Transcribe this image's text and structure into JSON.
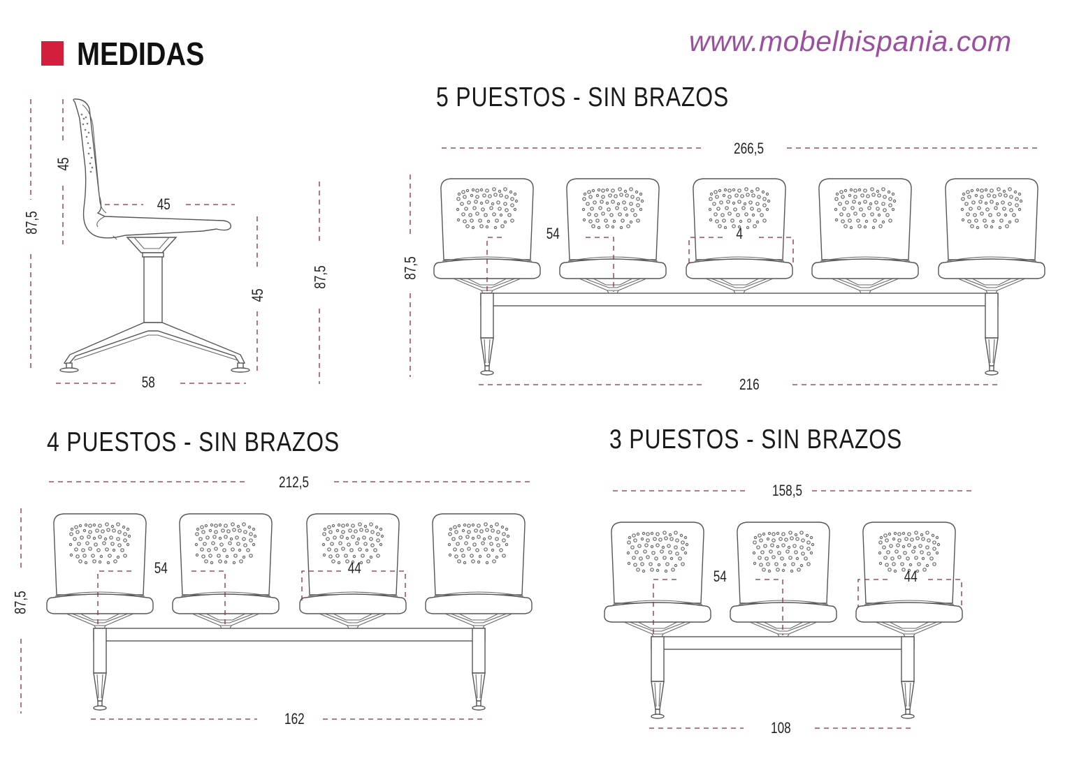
{
  "header": {
    "title": "MEDIDAS",
    "website": "www.mobelhispania.com",
    "accent_color": "#d41f3c",
    "website_color": "#9b4fa0"
  },
  "side_view": {
    "total_height": "87,5",
    "backrest_height": "45",
    "seat_depth": "45",
    "seat_height": "45",
    "base_depth": "58"
  },
  "standalone_height": {
    "label": "87,5"
  },
  "five_seats": {
    "title": "5 PUESTOS - SIN BRAZOS",
    "total_width": "266,5",
    "height": "87,5",
    "seat_pitch": "54",
    "seat_width": "4",
    "beam_width": "216"
  },
  "four_seats": {
    "title": "4 PUESTOS - SIN BRAZOS",
    "total_width": "212,5",
    "height": "87,5",
    "seat_pitch": "54",
    "seat_width": "44",
    "beam_width": "162"
  },
  "three_seats": {
    "title": "3 PUESTOS - SIN BRAZOS",
    "total_width": "158,5",
    "seat_pitch": "54",
    "seat_width": "44",
    "beam_width": "108"
  },
  "colors": {
    "dimension_line": "#8b2a3f",
    "drawing_line": "#555555"
  }
}
